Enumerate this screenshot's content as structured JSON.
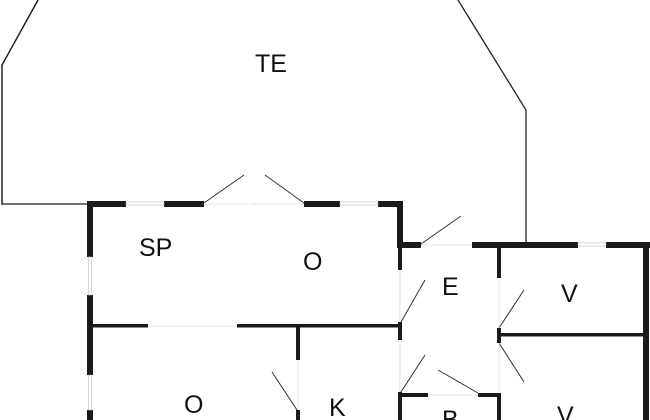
{
  "plan": {
    "rooms": {
      "terrace": "TE",
      "dining": "SP",
      "living_top": "O",
      "living_bottom": "O",
      "kitchen": "K",
      "entrance": "E",
      "bedroom_1": "V",
      "bedroom_2": "V",
      "bathroom": "B"
    },
    "colors": {
      "wall": "#1a1a1a",
      "window": "#ffffff",
      "line": "#333333"
    }
  }
}
